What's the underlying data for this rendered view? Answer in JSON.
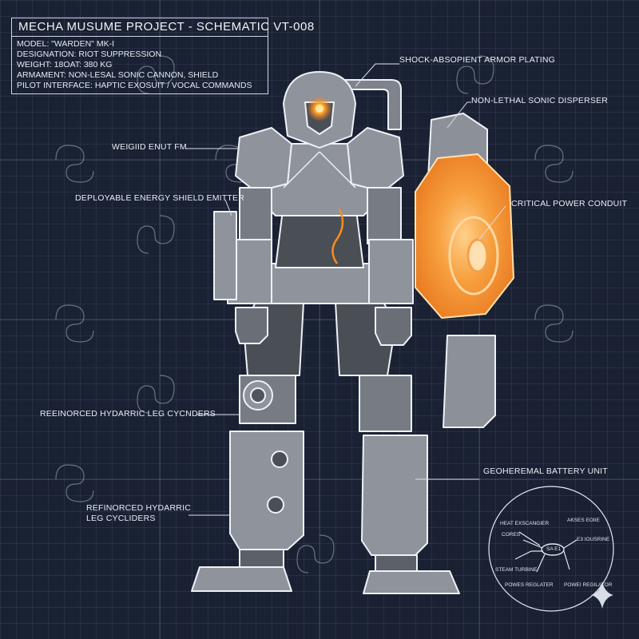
{
  "spec_block": {
    "title": "MECHA MUSUME PROJECT - SCHEMATIC VT-008",
    "lines": [
      "MODEL: \"WARDEN\" MK-I",
      "DESIGNATION: RIOT SUPPRESSION",
      "WEIGHT: 18OAT: 380 KG",
      "ARMAMENT: NON-LESAL SONIC CANNON, SHIELD",
      "PILOT INTERFACE: HAPTIC EXOSUIT / VOCAL COMMANDS"
    ]
  },
  "callouts": {
    "armor": "SHOCK-ABSOPIENT ARMOR PLATING",
    "sonic": "NON-LETHAL SONIC DISPERSER",
    "weight": "WEIGIID ENUT FM",
    "shield_emitter": "DEPLOYABLE ENERGY SHIELD EMITTER",
    "power_conduit": "CRITICAL POWER CONDUIT",
    "leg_1": "REEINORCED HYDARRIC LEG CYCNDERS",
    "leg_2_line1": "REFINORCED HYDARRIC",
    "leg_2_line2": "LEG CYCLIDERS",
    "battery": "GEOHEREMAL BATTERY UNIT"
  },
  "detail_view": {
    "heat_exchanger": "HEAT EXSCANGIER",
    "cores": "CORES",
    "steam_turbine": "STEAM TURBINE",
    "power_reg_left": "POWES REGLATER",
    "top_right": "AKSES EOIIE",
    "right": "E3 IOUSRINE",
    "power_reg_right": "POWEI REGILATOR",
    "core_label": "SA E1"
  },
  "colors": {
    "background": "#1a2133",
    "armor": "#8f949c",
    "armor_dark": "#4a4e55",
    "outline": "#e9edf3",
    "shield_orange": "#f08c2a",
    "visor": "#ff8a1a"
  }
}
